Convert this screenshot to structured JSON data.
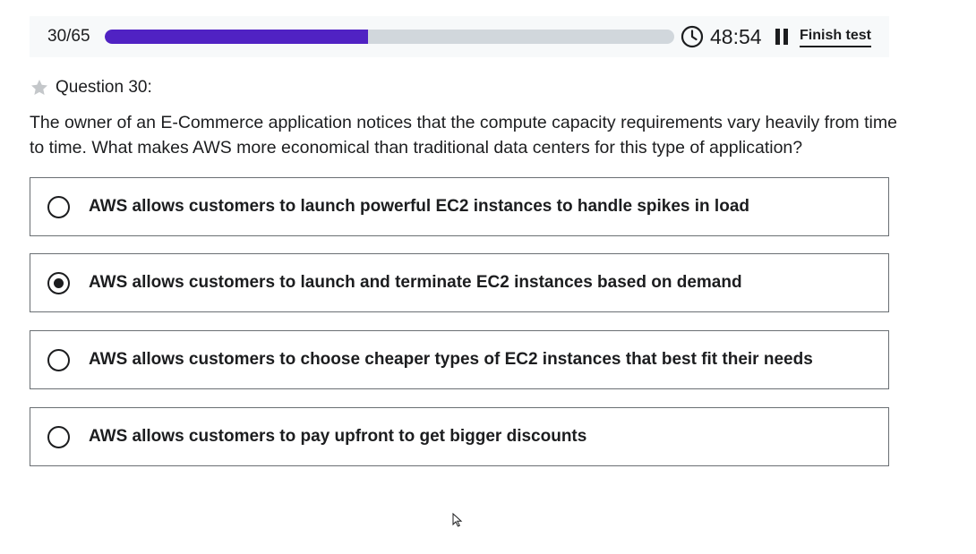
{
  "progress": {
    "count_label": "30/65",
    "current": 30,
    "total": 65,
    "fill_fraction": 0.4615,
    "fill_color": "#5022c3",
    "track_color": "#d1d7dc"
  },
  "timer": {
    "icon": "clock-icon",
    "value": "48:54"
  },
  "controls": {
    "pause_icon": "pause-icon",
    "finish_label": "Finish test"
  },
  "question": {
    "star_icon": "star-icon",
    "number_label": "Question 30:",
    "text": "The owner of an E-Commerce application notices that the compute capacity requirements vary heavily from time to time. What makes AWS more economical than traditional data centers for this type of application?"
  },
  "options": [
    {
      "label": "AWS allows customers to launch powerful EC2 instances to handle spikes in load",
      "selected": false
    },
    {
      "label": "AWS allows customers to launch and terminate EC2 instances based on demand",
      "selected": true
    },
    {
      "label": "AWS allows customers to choose cheaper types of EC2 instances that best fit their needs",
      "selected": false
    },
    {
      "label": "AWS allows customers to pay upfront to get bigger discounts",
      "selected": false
    }
  ]
}
